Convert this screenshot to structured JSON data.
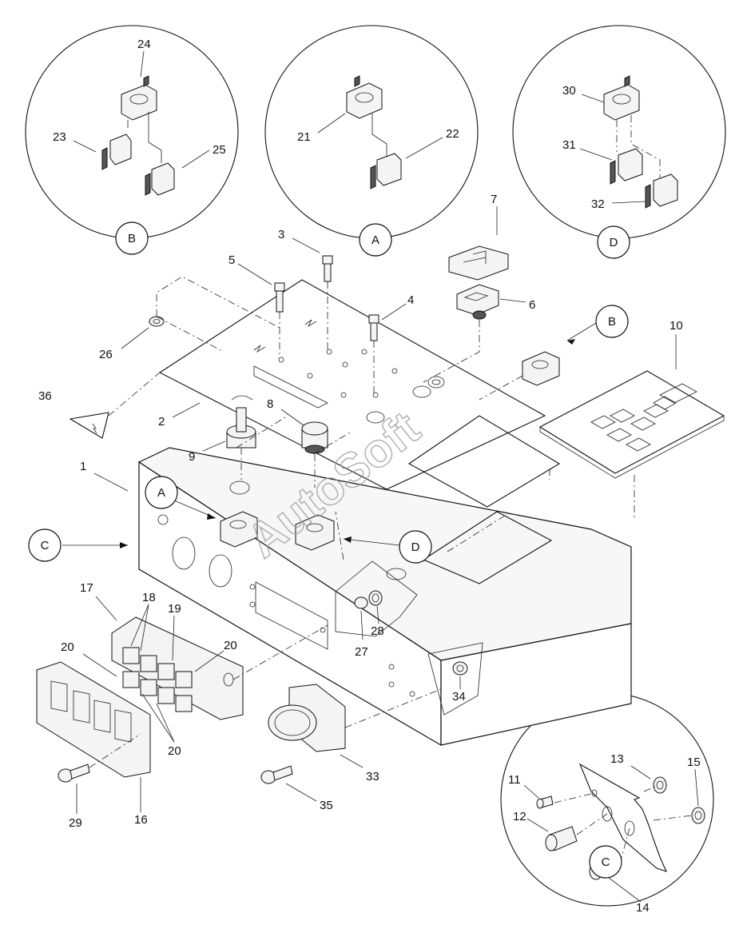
{
  "watermark": "AutoSoft",
  "detail_circles": [
    {
      "letter": "B"
    },
    {
      "letter": "A"
    },
    {
      "letter": "D"
    },
    {
      "letter": "C"
    }
  ],
  "callouts": {
    "B": "B",
    "A": "A",
    "C": "C",
    "D": "D"
  },
  "part_numbers": [
    "1",
    "2",
    "3",
    "4",
    "5",
    "6",
    "7",
    "8",
    "9",
    "10",
    "11",
    "12",
    "13",
    "14",
    "15",
    "16",
    "17",
    "18",
    "19",
    "20",
    "21",
    "22",
    "23",
    "24",
    "25",
    "26",
    "27",
    "28",
    "29",
    "30",
    "31",
    "32",
    "33",
    "34",
    "35",
    "36"
  ]
}
